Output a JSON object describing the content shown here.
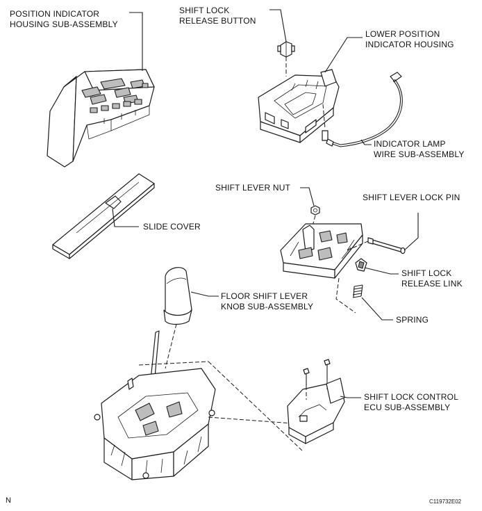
{
  "labels": {
    "position_indicator_housing": [
      "POSITION INDICATOR",
      "HOUSING SUB-ASSEMBLY"
    ],
    "shift_lock_release_button": [
      "SHIFT LOCK",
      "RELEASE BUTTON"
    ],
    "lower_position_indicator_housing": [
      "LOWER POSITION",
      "INDICATOR HOUSING"
    ],
    "indicator_lamp_wire": [
      "INDICATOR LAMP",
      "WIRE SUB-ASSEMBLY"
    ],
    "shift_lever_nut": "SHIFT LEVER NUT",
    "shift_lever_lock_pin": "SHIFT LEVER LOCK PIN",
    "slide_cover": "SLIDE COVER",
    "shift_lock_release_link": [
      "SHIFT LOCK",
      "RELEASE LINK"
    ],
    "floor_shift_lever_knob": [
      "FLOOR SHIFT LEVER",
      "KNOB SUB-ASSEMBLY"
    ],
    "spring": "SPRING",
    "shift_lock_control_ecu": [
      "SHIFT LOCK CONTROL",
      "ECU SUB-ASSEMBLY"
    ]
  },
  "footer": {
    "orientation_mark": "N",
    "figure_code": "C119732E02"
  }
}
